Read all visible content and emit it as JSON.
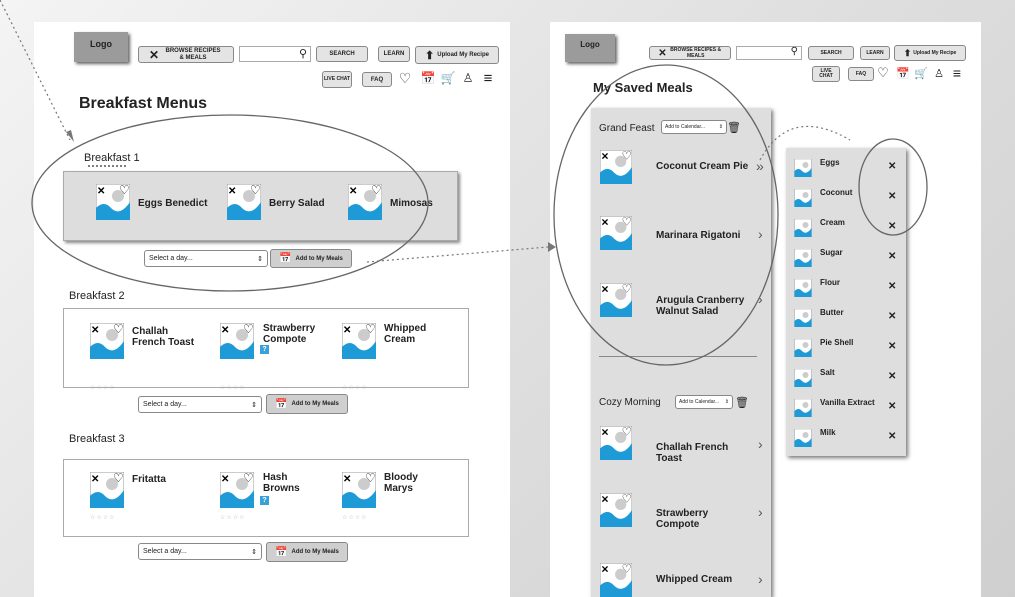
{
  "header": {
    "logo": "Logo",
    "browse": "BROWSE RECIPES & MEALS",
    "search": "SEARCH",
    "learn": "LEARN",
    "upload": "Upload My Recipe",
    "live_chat": "LIVE CHAT",
    "faq": "FAQ"
  },
  "left": {
    "title": "Breakfast Menus",
    "menus": [
      {
        "label": "Breakfast 1",
        "items": [
          "Eggs Benedict",
          "Berry Salad",
          "Mimosas"
        ]
      },
      {
        "label": "Breakfast 2",
        "items": [
          "Challah French Toast",
          "Strawberry Compote",
          "Whipped Cream"
        ]
      },
      {
        "label": "Breakfast 3",
        "items": [
          "Fritatta",
          "Hash Browns",
          "Bloody Marys"
        ]
      }
    ],
    "select_placeholder": "Select a day...",
    "add_button": "Add to My Meals"
  },
  "right": {
    "title": "My Saved Meals",
    "group1": {
      "name": "Grand Feast",
      "select": "Add to Calendar...",
      "items": [
        "Coconut Cream Pie",
        "Marinara Rigatoni",
        "Arugula Cranberry Walnut Salad"
      ]
    },
    "group2": {
      "name": "Cozy Morning",
      "select": "Add to Calendar...",
      "items": [
        "Challah French Toast",
        "Strawberry Compote",
        "Whipped Cream"
      ]
    },
    "ingredients": [
      "Eggs",
      "Coconut",
      "Cream",
      "Sugar",
      "Flour",
      "Butter",
      "Pie Shell",
      "Salt",
      "Vanilla Extract",
      "Milk"
    ]
  }
}
